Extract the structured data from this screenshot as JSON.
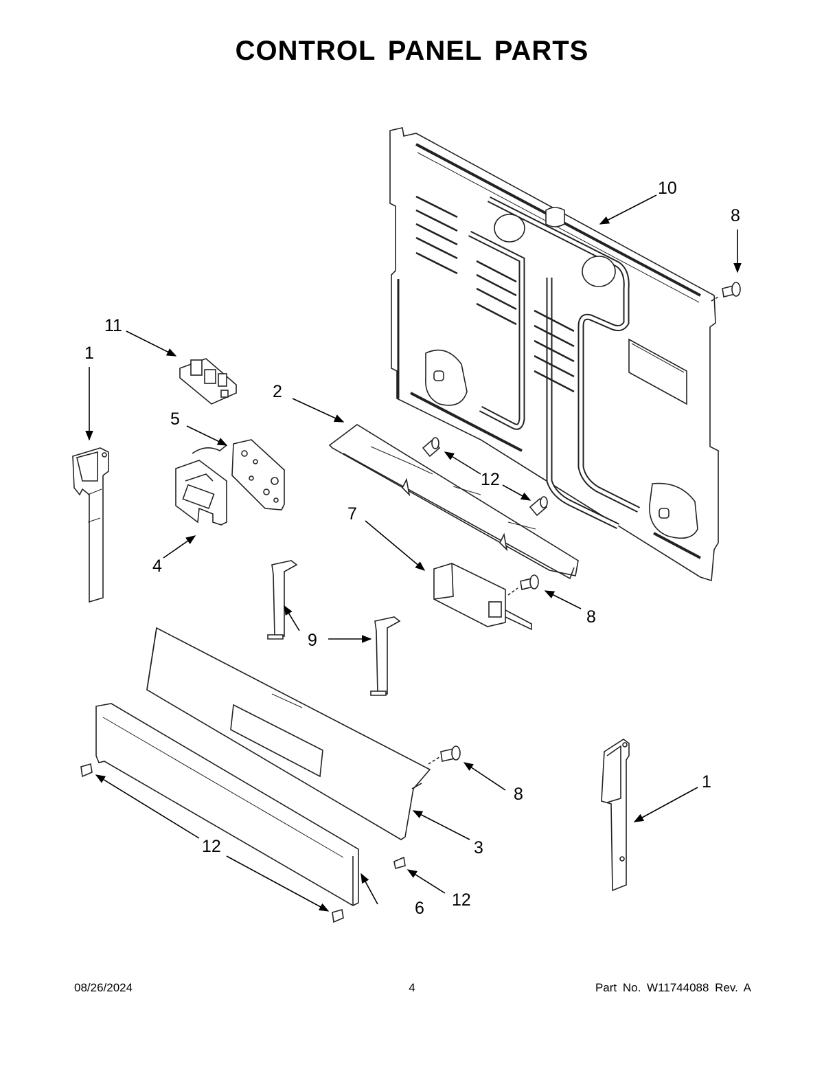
{
  "page": {
    "title": "CONTROL PANEL PARTS"
  },
  "callouts": [
    "10",
    "8",
    "11",
    "1",
    "2",
    "5",
    "12",
    "4",
    "7",
    "8",
    "9",
    "8",
    "1",
    "3",
    "12",
    "12",
    "6"
  ],
  "footer": {
    "date": "08/26/2024",
    "page_number": "4",
    "part_info": "Part No.  W11744088  Rev.  A"
  }
}
